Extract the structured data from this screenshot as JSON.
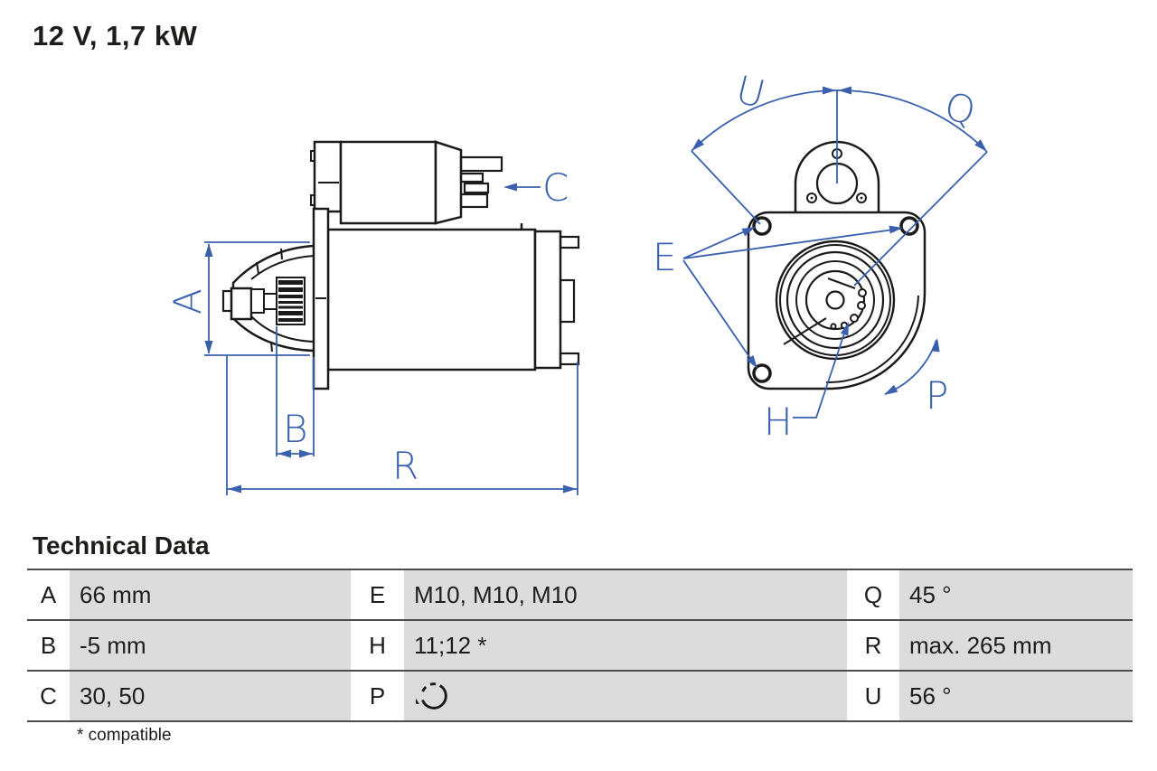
{
  "title": "12 V, 1,7 kW",
  "colors": {
    "dimension_blue": "#3a5fad",
    "line_black": "#1a1a1a",
    "cell_gray": "#dcdcdc",
    "rule_gray": "#4c4c4c"
  },
  "diagram": {
    "side_view": {
      "labels": {
        "A": "A",
        "B": "B",
        "C": "C",
        "R": "R"
      }
    },
    "front_view": {
      "labels": {
        "U": "U",
        "Q": "Q",
        "E": "E",
        "H": "H",
        "P": "P"
      }
    }
  },
  "table": {
    "heading": "Technical Data",
    "rows": [
      {
        "cells": [
          {
            "k": "A",
            "v": "66 mm"
          },
          {
            "k": "E",
            "v": "M10, M10, M10"
          },
          {
            "k": "Q",
            "v": "45 °"
          }
        ]
      },
      {
        "cells": [
          {
            "k": "B",
            "v": "-5 mm"
          },
          {
            "k": "H",
            "v": "11;12 *"
          },
          {
            "k": "R",
            "v": "max. 265 mm"
          }
        ]
      },
      {
        "cells": [
          {
            "k": "C",
            "v": "30, 50"
          },
          {
            "k": "P",
            "v": "",
            "icon": "rotation-direction-icon"
          },
          {
            "k": "U",
            "v": "56 °"
          }
        ]
      }
    ],
    "footnote": "* compatible"
  }
}
